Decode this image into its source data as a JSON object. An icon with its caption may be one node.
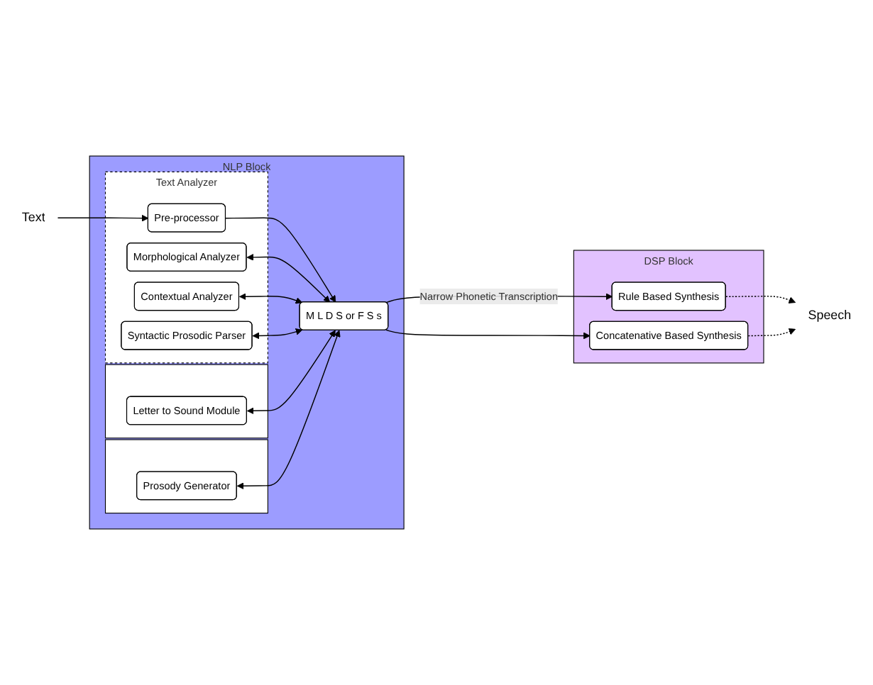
{
  "diagram": {
    "nodes": [
      {
        "text": [
          "Text"
        ]
      },
      {
        "text": [
          "NLP Block"
        ]
      },
      {
        "text": [
          "Text Analyzer"
        ],
        "in": 1
      },
      {
        "text": [
          "Pre-processor"
        ],
        "in": 2
      },
      {
        "text": [
          "Morphological Analyzer"
        ],
        "in": 2
      },
      {
        "text": [
          "Contextual Analyzer"
        ],
        "in": 2
      },
      {
        "text": [
          "Syntactic Prosodic Parser"
        ],
        "in": 2
      },
      {
        "text": [],
        "shape": "box",
        "in": 1
      },
      {
        "text": [
          "Letter to Sound Module"
        ],
        "in": 7
      },
      {
        "text": [],
        "shape": "box",
        "in": 1
      },
      {
        "text": [
          "Prosody Generator"
        ],
        "in": 9
      },
      {
        "text": [
          "M L D S or F S s"
        ],
        "in": 1
      },
      {
        "text": [
          "DSP Block"
        ]
      },
      {
        "text": [
          "Rule Based Synthesis"
        ],
        "in": 12
      },
      {
        "text": [
          "Concatenative Based Synthesis"
        ],
        "in": 12
      },
      {
        "text": [
          "Speech"
        ]
      }
    ],
    "edges": [
      {
        "from": 0,
        "to": 3,
        "arrow": "to"
      },
      {
        "from": 3,
        "to": 11,
        "arrow": "to"
      },
      {
        "from": 4,
        "to": 11,
        "arrow": "both"
      },
      {
        "from": 5,
        "to": 11,
        "arrow": "both"
      },
      {
        "from": 6,
        "to": 11,
        "arrow": "both"
      },
      {
        "from": 8,
        "to": 11,
        "arrow": "both"
      },
      {
        "from": 10,
        "to": 11,
        "arrow": "both"
      },
      {
        "from": 11,
        "to": 13,
        "arrow": "to",
        "label": "Narrow Phonetic Transcription"
      },
      {
        "from": 11,
        "to": 14,
        "arrow": "to"
      },
      {
        "from": 13,
        "to": 15,
        "arrow": "to",
        "style": "dashed"
      },
      {
        "from": 14,
        "to": 15,
        "arrow": "to",
        "style": "dashed"
      }
    ]
  }
}
